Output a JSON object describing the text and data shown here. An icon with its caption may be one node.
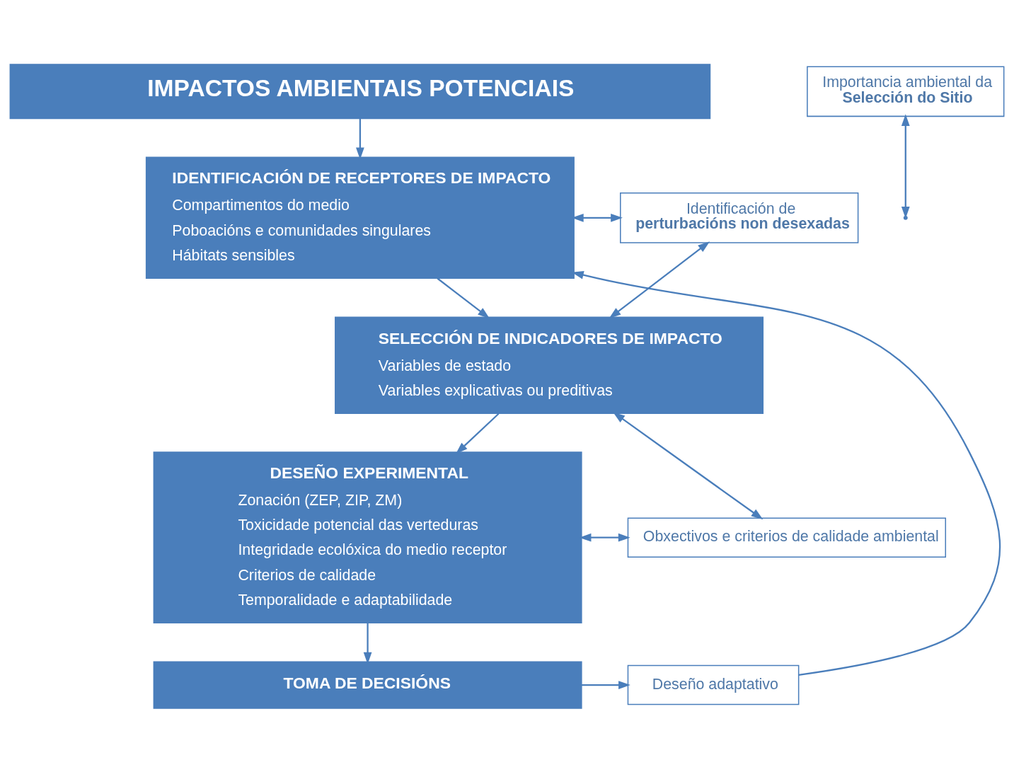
{
  "diagram": {
    "nodes": [
      {
        "text": [
          "IMPACTOS AMBIENTAIS POTENCIAIS"
        ]
      },
      {
        "text": [
          "Importancia ambiental da **Selección do Sitio**"
        ]
      },
      {
        "text": [
          "IDENTIFICACIÓN DE RECEPTORES DE IMPACTO",
          "Compartimentos do medio",
          "Poboacións e comunidades singulares",
          "Hábitats sensibles"
        ]
      },
      {
        "text": [
          "Identificación de **perturbacións non desexadas**"
        ]
      },
      {
        "text": [
          "SELECCIÓN DE INDICADORES DE IMPACTO",
          "Variables de estado",
          "Variables explicativas ou preditivas"
        ]
      },
      {
        "text": [
          "Obxectivos e criterios de calidade ambiental"
        ]
      },
      {
        "text": [
          "DESEÑO EXPERIMENTAL",
          "Zonación (ZEP, ZIP, ZM)",
          "Toxicidade potencial das verteduras",
          "Integridade ecolóxica do medio receptor",
          "Criterios de calidade",
          "Temporalidade e adaptabilidade"
        ]
      },
      {
        "text": [
          "Deseño adaptativo"
        ]
      },
      {
        "text": [
          "TOMA DE DECISIÓNS"
        ]
      }
    ],
    "edges": [
      {
        "from": 0,
        "to": 2,
        "arrow": "to"
      },
      {
        "from": 1,
        "to": null,
        "arrow": "both"
      },
      {
        "from": 2,
        "to": 3,
        "arrow": "both"
      },
      {
        "from": 4,
        "to": 3,
        "arrow": "both"
      },
      {
        "from": 2,
        "to": 4,
        "arrow": "to"
      },
      {
        "from": 4,
        "to": 5,
        "arrow": "both"
      },
      {
        "from": 4,
        "to": 6,
        "arrow": "to"
      },
      {
        "from": 6,
        "to": 5,
        "arrow": "both"
      },
      {
        "from": 6,
        "to": 8,
        "arrow": "to"
      },
      {
        "from": 8,
        "to": 7,
        "arrow": "to"
      },
      {
        "from": 7,
        "to": 2,
        "arrow": "to"
      }
    ]
  }
}
